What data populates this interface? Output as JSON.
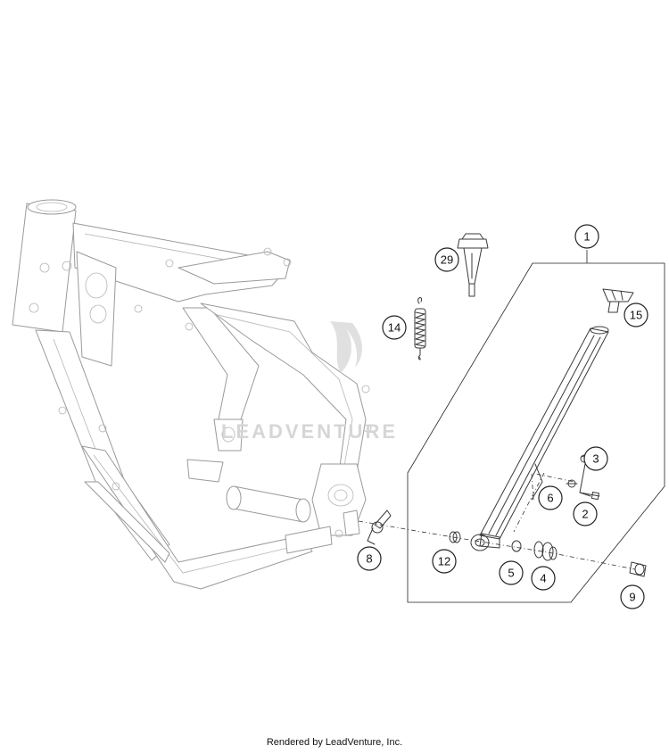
{
  "callouts": [
    {
      "num": "1"
    },
    {
      "num": "2"
    },
    {
      "num": "3"
    },
    {
      "num": "4"
    },
    {
      "num": "5"
    },
    {
      "num": "6"
    },
    {
      "num": "8"
    },
    {
      "num": "9"
    },
    {
      "num": "12"
    },
    {
      "num": "14"
    },
    {
      "num": "15"
    },
    {
      "num": "29"
    }
  ],
  "watermark": "LEADVENTURE",
  "footer": "Rendered by LeadVenture, Inc."
}
